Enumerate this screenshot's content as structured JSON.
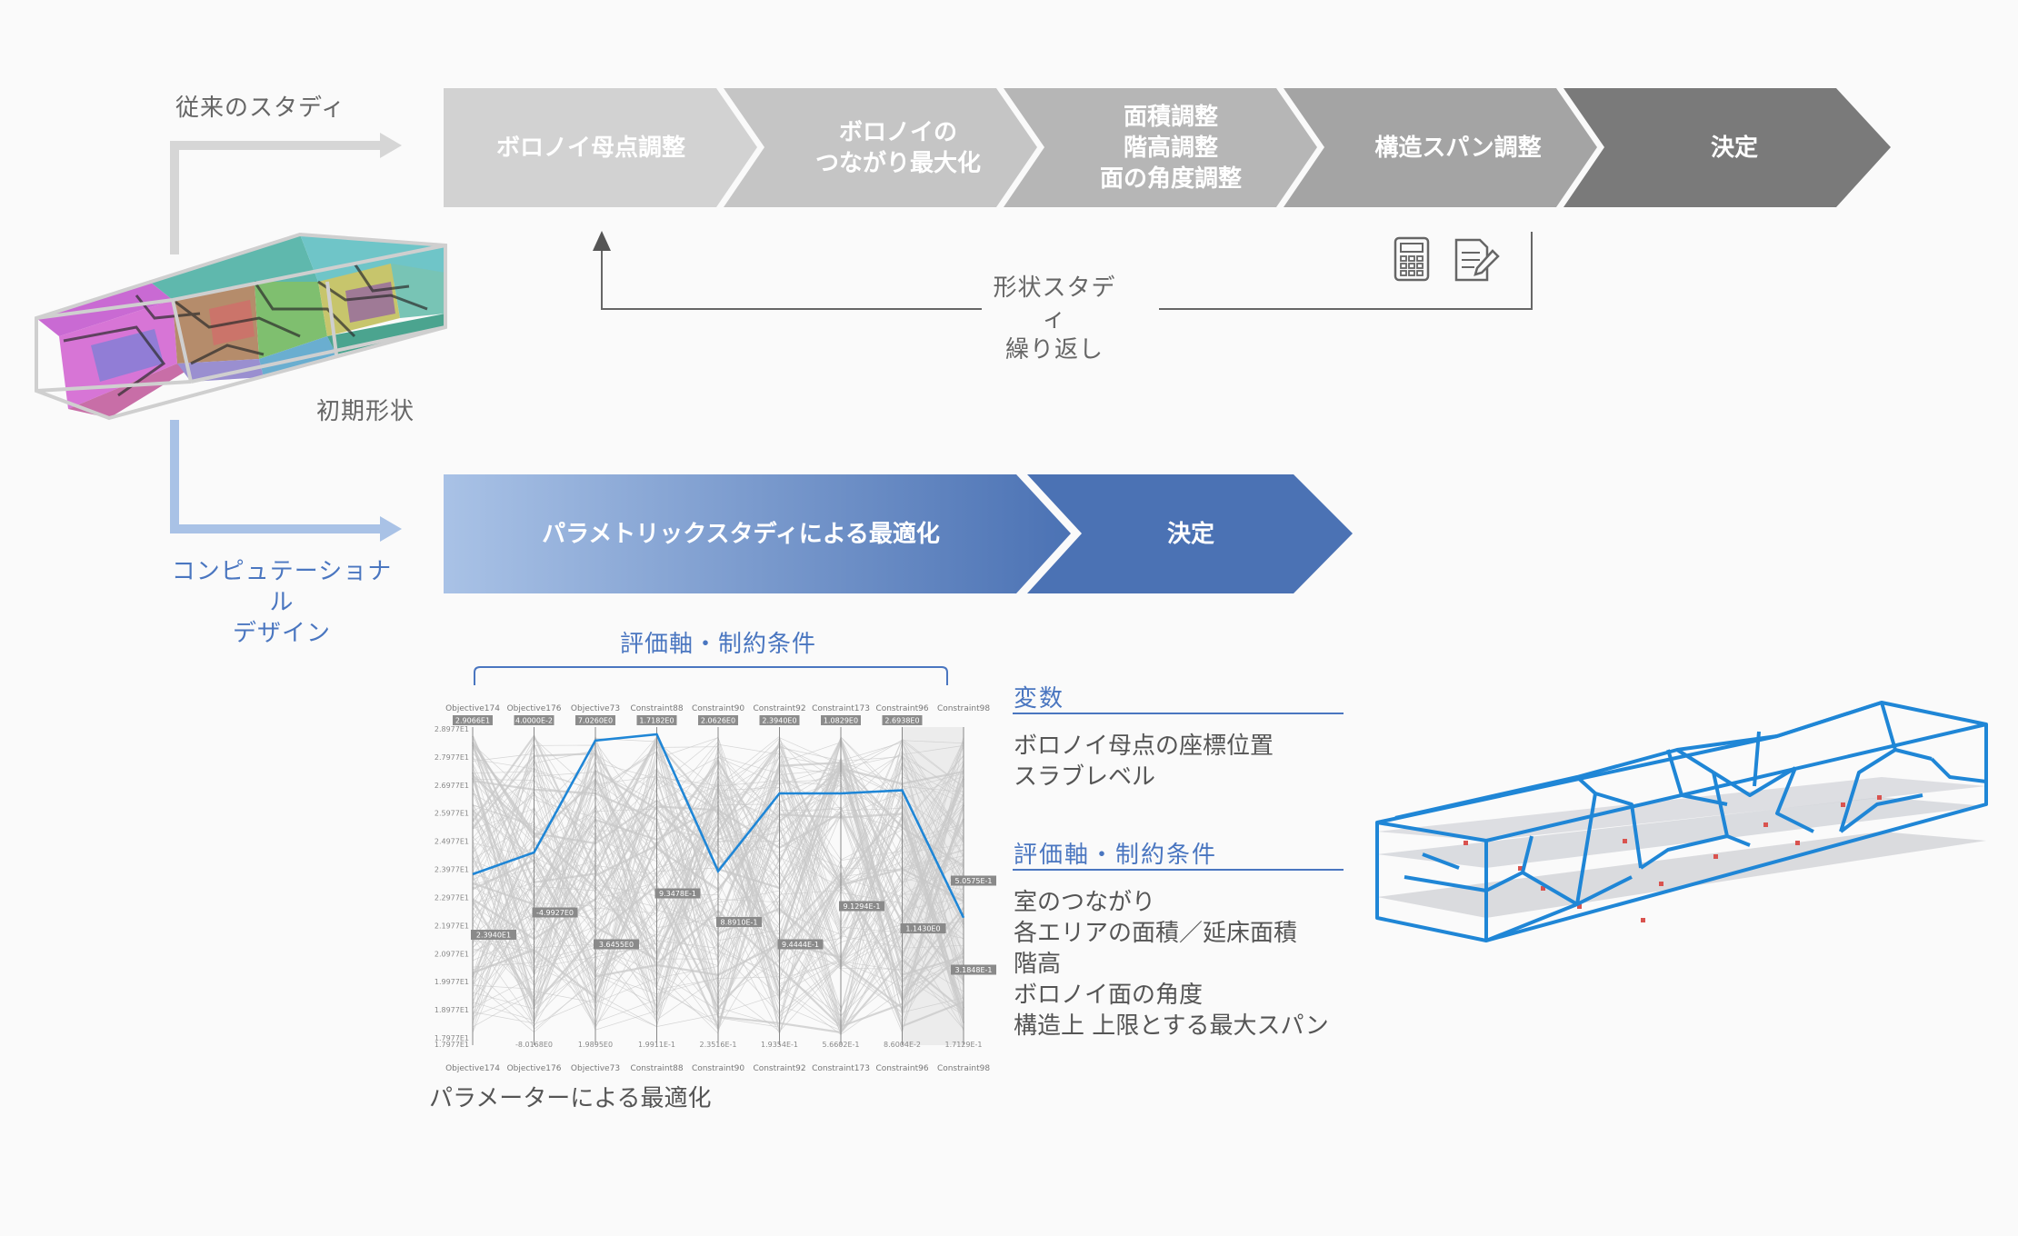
{
  "traditional": {
    "label": "従来のスタディ",
    "stages": [
      "ボロノイ母点調整",
      "ボロノイの\nつながり最大化",
      "面積調整\n階高調整\n面の角度調整",
      "構造スパン調整",
      "決定"
    ],
    "loop_label": "形状スタディ\n繰り返し",
    "icons": [
      "calculator-icon",
      "document-edit-icon"
    ]
  },
  "initial_shape_label": "初期形状",
  "computational": {
    "label": "コンピュテーショナル\nデザイン",
    "stages": [
      "パラメトリックスタディによる最適化",
      "決定"
    ]
  },
  "parallel_chart": {
    "bracket_label": "評価軸・制約条件",
    "caption": "パラメーターによる最適化"
  },
  "variables": {
    "heading": "変数",
    "items": "ボロノイ母点の座標位置\nスラブレベル"
  },
  "criteria": {
    "heading": "評価軸・制約条件",
    "items": "室のつながり\n各エリアの面積／延床面積\n階高\nボロノイ面の角度\n構造上 上限とする最大スパン"
  },
  "colors": {
    "gray_stages": [
      "#d2d2d2",
      "#c5c5c5",
      "#b6b6b6",
      "#a4a4a4",
      "#7a7a7a"
    ],
    "blue_start": "#a9c2e6",
    "blue_end": "#4b72b4",
    "accent_blue": "#4a76c0",
    "line_blue": "#1f86d6"
  },
  "chart_data": {
    "type": "parallel-coordinates",
    "axes_top": [
      "Objective174",
      "Objective176",
      "Objective73",
      "Constraint88",
      "Constraint90",
      "Constraint92",
      "Constraint173",
      "Constraint96",
      "Constraint98"
    ],
    "axes_bottom": [
      "Objective174",
      "Objective176",
      "Objective73",
      "Constraint88",
      "Constraint90",
      "Constraint92",
      "Constraint173",
      "Constraint96",
      "Constraint98"
    ],
    "top_values": [
      "2.9066E1",
      "4.0000E-2",
      "7.0260E0",
      "1.7182E0",
      "2.0626E0",
      "2.3940E0",
      "1.0829E0",
      "2.6938E0",
      ""
    ],
    "bottom_values": [
      "1.7977E1",
      "-8.0168E0",
      "1.9895E0",
      "1.9911E-1",
      "2.3516E-1",
      "1.9354E-1",
      "5.6602E-1",
      "8.6004E-2",
      "1.7129E-1"
    ],
    "y_ticks": [
      "2.8977E1",
      "2.7977E1",
      "2.6977E1",
      "2.5977E1",
      "2.4977E1",
      "2.3977E1",
      "2.2977E1",
      "2.1977E1",
      "2.0977E1",
      "1.9977E1",
      "1.8977E1",
      "1.7977E1"
    ],
    "highlight_labels": [
      "2.3940E1",
      "-4.9927E0",
      "3.6455E0",
      "9.3478E-1",
      "8.8910E-1",
      "9.4444E-1",
      "9.1294E-1",
      "1.1430E0",
      "5.0575E-1",
      "3.1848E-1"
    ],
    "highlight_series": [
      0.55,
      0.62,
      0.98,
      1.0,
      0.56,
      0.81,
      0.81,
      0.82,
      0.41
    ]
  }
}
